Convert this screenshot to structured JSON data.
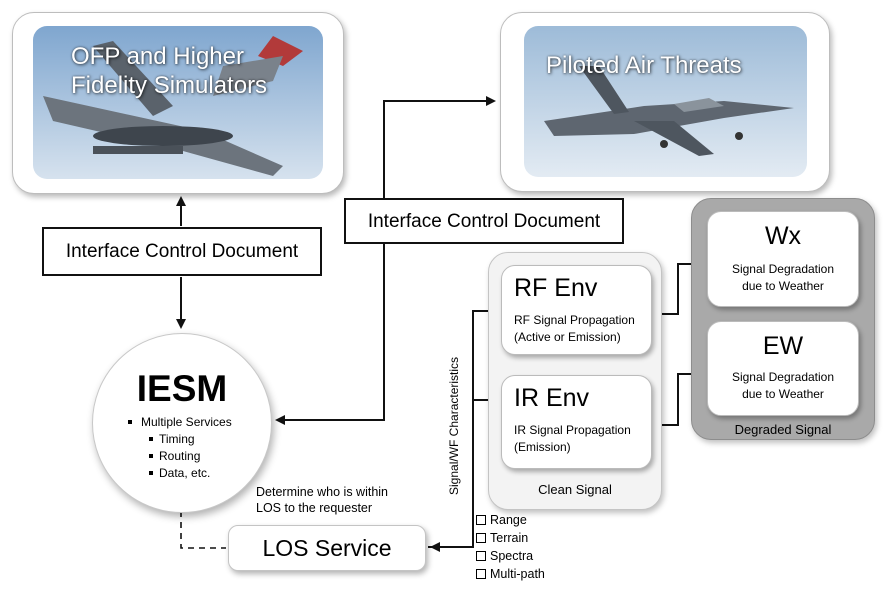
{
  "top_left": {
    "title": "OFP and Higher Fidelity Simulators"
  },
  "top_right": {
    "title": "Piloted Air Threats"
  },
  "icd_left": {
    "label": "Interface Control Document"
  },
  "icd_center": {
    "label": "Interface Control Document"
  },
  "iesm": {
    "title": "IESM",
    "bullet": "Multiple Services",
    "sub_bullets": [
      "Timing",
      "Routing",
      "Data, etc."
    ]
  },
  "los_note": {
    "line1": "Determine who is within",
    "line2": "LOS to the requester"
  },
  "los_service": {
    "label": "LOS Service"
  },
  "vertical_label": "Signal/WF Characteristics",
  "clean_group": {
    "label": "Clean Signal",
    "rf": {
      "title": "RF Env",
      "line1": "RF Signal Propagation",
      "line2": "(Active or Emission)"
    },
    "ir": {
      "title": "IR Env",
      "line1": "IR Signal Propagation",
      "line2": "(Emission)"
    }
  },
  "degraded_group": {
    "label": "Degraded Signal",
    "wx": {
      "title": "Wx",
      "line1": "Signal Degradation",
      "line2": "due to Weather"
    },
    "ew": {
      "title": "EW",
      "line1": "Signal Degradation",
      "line2": "due to Weather"
    }
  },
  "checklist": [
    "Range",
    "Terrain",
    "Spectra",
    "Multi-path"
  ],
  "colors": {
    "sky_top": "#8fb2d6",
    "sky_bottom": "#cfdceb",
    "jet_gray": "#5e6670",
    "arrow": "#111111",
    "degraded_bg": "#a9a9a9"
  }
}
